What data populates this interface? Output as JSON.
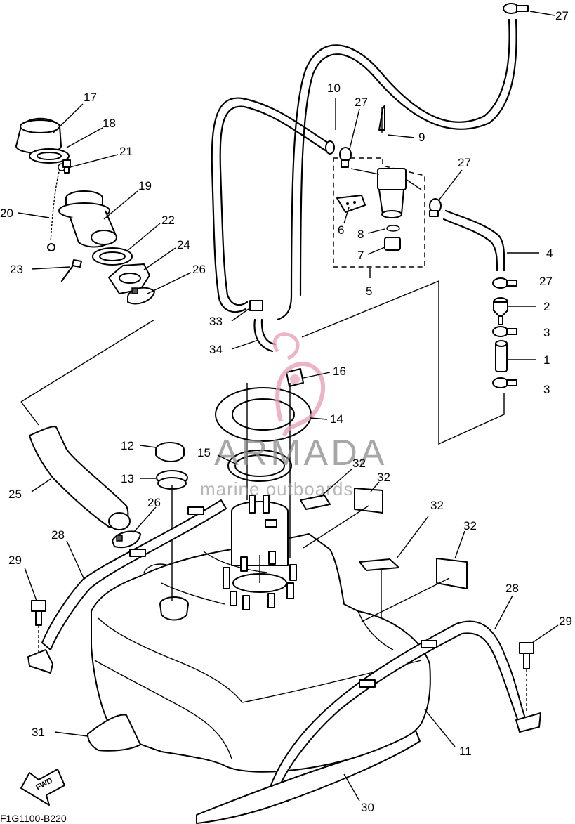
{
  "diagram_code": "F1G1100-B220",
  "fwd_label": "FWD",
  "watermark": {
    "brand": "ARMADA",
    "tagline": "marine outboards",
    "logo_color": "#e8a0b8"
  },
  "callouts": [
    {
      "id": "c27a",
      "label": "27"
    },
    {
      "id": "c10",
      "label": "10"
    },
    {
      "id": "c27b",
      "label": "27"
    },
    {
      "id": "c9",
      "label": "9"
    },
    {
      "id": "c27c",
      "label": "27"
    },
    {
      "id": "c17",
      "label": "17"
    },
    {
      "id": "c18",
      "label": "18"
    },
    {
      "id": "c21",
      "label": "21"
    },
    {
      "id": "c19",
      "label": "19"
    },
    {
      "id": "c20",
      "label": "20"
    },
    {
      "id": "c22",
      "label": "22"
    },
    {
      "id": "c24",
      "label": "24"
    },
    {
      "id": "c23",
      "label": "23"
    },
    {
      "id": "c26a",
      "label": "26"
    },
    {
      "id": "c6",
      "label": "6"
    },
    {
      "id": "c8",
      "label": "8"
    },
    {
      "id": "c7",
      "label": "7"
    },
    {
      "id": "c5",
      "label": "5"
    },
    {
      "id": "c4",
      "label": "4"
    },
    {
      "id": "c27d",
      "label": "27"
    },
    {
      "id": "c2",
      "label": "2"
    },
    {
      "id": "c3a",
      "label": "3"
    },
    {
      "id": "c1",
      "label": "1"
    },
    {
      "id": "c3b",
      "label": "3"
    },
    {
      "id": "c33",
      "label": "33"
    },
    {
      "id": "c34",
      "label": "34"
    },
    {
      "id": "c16",
      "label": "16"
    },
    {
      "id": "c14",
      "label": "14"
    },
    {
      "id": "c12",
      "label": "12"
    },
    {
      "id": "c15",
      "label": "15"
    },
    {
      "id": "c32a",
      "label": "32"
    },
    {
      "id": "c32b",
      "label": "32"
    },
    {
      "id": "c13",
      "label": "13"
    },
    {
      "id": "c25",
      "label": "25"
    },
    {
      "id": "c26b",
      "label": "26"
    },
    {
      "id": "c32c",
      "label": "32"
    },
    {
      "id": "c32d",
      "label": "32"
    },
    {
      "id": "c28a",
      "label": "28"
    },
    {
      "id": "c29a",
      "label": "29"
    },
    {
      "id": "c28b",
      "label": "28"
    },
    {
      "id": "c29b",
      "label": "29"
    },
    {
      "id": "c31",
      "label": "31"
    },
    {
      "id": "c11",
      "label": "11"
    },
    {
      "id": "c30",
      "label": "30"
    }
  ]
}
